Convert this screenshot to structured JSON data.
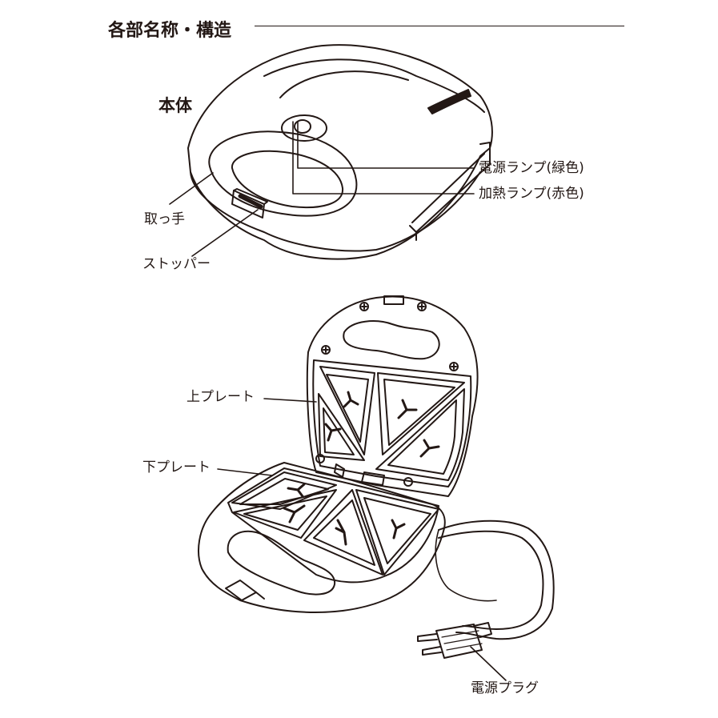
{
  "section_title": "各部名称・構造",
  "body_title": "本体",
  "labels": {
    "power_lamp": "電源ランプ(緑色)",
    "heat_lamp": "加熱ランプ(赤色)",
    "handle": "取っ手",
    "stopper": "ストッパー",
    "upper_plate": "上プレート",
    "lower_plate": "下プレート",
    "power_plug": "電源プラグ"
  },
  "colors": {
    "ink": "#231815",
    "background": "#ffffff"
  }
}
